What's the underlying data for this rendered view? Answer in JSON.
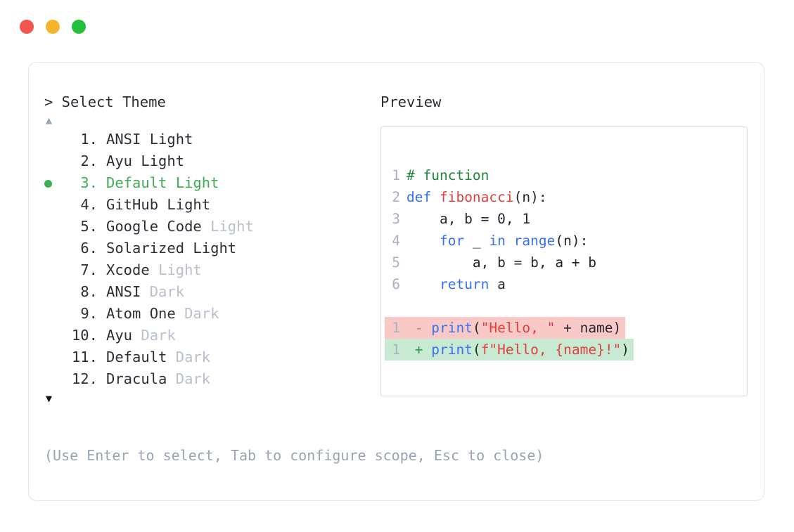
{
  "window": {
    "dots": [
      {
        "name": "close-dot",
        "color": "#f4554f"
      },
      {
        "name": "minimize-dot",
        "color": "#f6b42c"
      },
      {
        "name": "maximize-dot",
        "color": "#21bf3c"
      }
    ]
  },
  "left": {
    "prompt": "> Select Theme",
    "scroll_up": "▲",
    "scroll_down": "▼",
    "selected_index": 3,
    "selected_bullet": "●",
    "themes": [
      {
        "num": "1.",
        "name": "ANSI",
        "variant": "Light",
        "variant_dim": false,
        "selected": false
      },
      {
        "num": "2.",
        "name": "Ayu",
        "variant": "Light",
        "variant_dim": false,
        "selected": false
      },
      {
        "num": "3.",
        "name": "Default",
        "variant": "Light",
        "variant_dim": false,
        "selected": true
      },
      {
        "num": "4.",
        "name": "GitHub",
        "variant": "Light",
        "variant_dim": false,
        "selected": false
      },
      {
        "num": "5.",
        "name": "Google Code",
        "variant": "Light",
        "variant_dim": true,
        "selected": false
      },
      {
        "num": "6.",
        "name": "Solarized",
        "variant": "Light",
        "variant_dim": false,
        "selected": false
      },
      {
        "num": "7.",
        "name": "Xcode",
        "variant": "Light",
        "variant_dim": true,
        "selected": false
      },
      {
        "num": "8.",
        "name": "ANSI",
        "variant": "Dark",
        "variant_dim": true,
        "selected": false
      },
      {
        "num": "9.",
        "name": "Atom One",
        "variant": "Dark",
        "variant_dim": true,
        "selected": false
      },
      {
        "num": "10.",
        "name": "Ayu",
        "variant": "Dark",
        "variant_dim": true,
        "selected": false
      },
      {
        "num": "11.",
        "name": "Default",
        "variant": "Dark",
        "variant_dim": true,
        "selected": false
      },
      {
        "num": "12.",
        "name": "Dracula",
        "variant": "Dark",
        "variant_dim": true,
        "selected": false
      }
    ],
    "hint": "(Use Enter to select, Tab to configure scope, Esc to close)"
  },
  "right": {
    "preview_label": "Preview",
    "code_lines": [
      {
        "gutter": "1",
        "tokens": [
          {
            "t": "# function",
            "c": "t-comment"
          }
        ]
      },
      {
        "gutter": "2",
        "tokens": [
          {
            "t": "def ",
            "c": "t-kw"
          },
          {
            "t": "fibonacci",
            "c": "t-fn"
          },
          {
            "t": "(n):",
            "c": "t-plain"
          }
        ]
      },
      {
        "gutter": "3",
        "tokens": [
          {
            "t": "    a, b = ",
            "c": "t-plain"
          },
          {
            "t": "0",
            "c": "t-num"
          },
          {
            "t": ", ",
            "c": "t-plain"
          },
          {
            "t": "1",
            "c": "t-num"
          }
        ]
      },
      {
        "gutter": "4",
        "tokens": [
          {
            "t": "    ",
            "c": "t-plain"
          },
          {
            "t": "for",
            "c": "t-kw"
          },
          {
            "t": " _ ",
            "c": "t-plain"
          },
          {
            "t": "in ",
            "c": "t-kw"
          },
          {
            "t": "range",
            "c": "t-builtin"
          },
          {
            "t": "(n):",
            "c": "t-plain"
          }
        ]
      },
      {
        "gutter": "5",
        "tokens": [
          {
            "t": "        a, b = b, a + b",
            "c": "t-plain"
          }
        ]
      },
      {
        "gutter": "6",
        "tokens": [
          {
            "t": "    ",
            "c": "t-plain"
          },
          {
            "t": "return",
            "c": "t-kw"
          },
          {
            "t": " a",
            "c": "t-plain"
          }
        ]
      }
    ],
    "diff_lines": [
      {
        "kind": "del",
        "gutter": "1",
        "tokens": [
          {
            "t": " - ",
            "c": "t-minus"
          },
          {
            "t": "print",
            "c": "t-builtin"
          },
          {
            "t": "(",
            "c": "t-plain"
          },
          {
            "t": "\"Hello, \"",
            "c": "t-str"
          },
          {
            "t": " + name)",
            "c": "t-plain"
          }
        ]
      },
      {
        "kind": "add",
        "gutter": "1",
        "tokens": [
          {
            "t": " + ",
            "c": "t-plus"
          },
          {
            "t": "print",
            "c": "t-builtin"
          },
          {
            "t": "(",
            "c": "t-plain"
          },
          {
            "t": "f\"Hello, ",
            "c": "t-str"
          },
          {
            "t": "{name}",
            "c": "t-str"
          },
          {
            "t": "!\"",
            "c": "t-str"
          },
          {
            "t": ")",
            "c": "t-plain"
          }
        ]
      }
    ]
  },
  "colors": {
    "accent_green": "#3fae54",
    "dim_text": "#b9c0cd",
    "body_text": "#2b3038",
    "hint_text": "#9aa3b4",
    "diff_del_bg": "#f9c9c8",
    "diff_add_bg": "#c8ead3",
    "card_border": "#e2e5ea",
    "preview_border": "#d8dde5"
  }
}
